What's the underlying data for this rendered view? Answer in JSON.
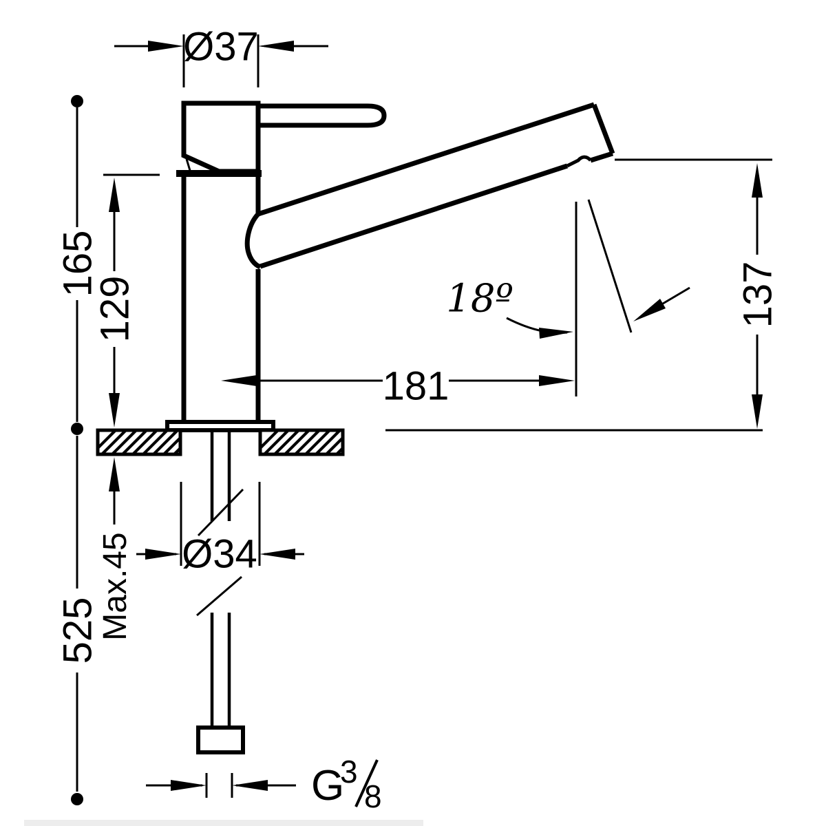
{
  "drawing": {
    "type": "faucet-dimension-drawing",
    "labels": {
      "handle_diameter": "Ø37",
      "total_height": "165",
      "body_height": "129",
      "hose_length": "525",
      "max_mounting_thickness": "Max.45",
      "hole_diameter": "Ø34",
      "spout_reach": "181",
      "outlet_height": "137",
      "spout_angle": "18º",
      "thread_prefix": "G",
      "thread_numerator": "3",
      "thread_denominator": "8"
    },
    "colors": {
      "line": "#000000",
      "background": "#ffffff",
      "footer_band": "#ededed"
    }
  }
}
